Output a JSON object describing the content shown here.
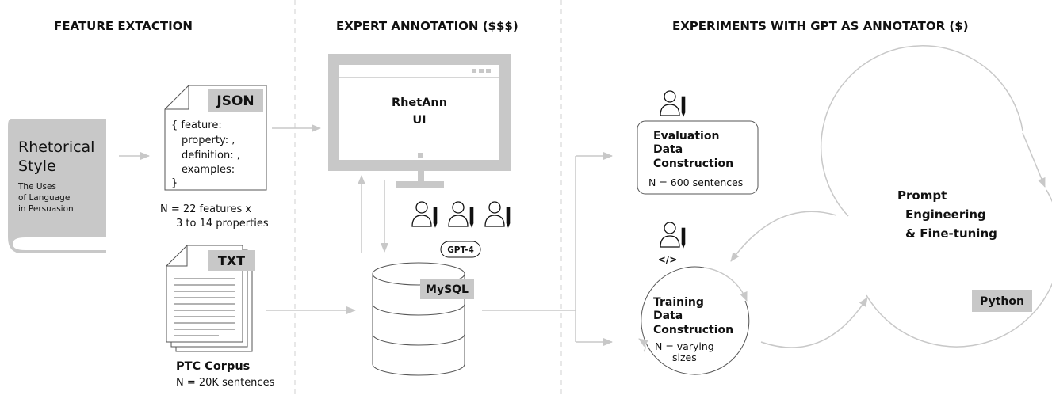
{
  "headers": {
    "feature_extraction": "FEATURE EXTACTION",
    "expert_annotation": "EXPERT ANNOTATION ($$$)",
    "experiments": "EXPERIMENTS WITH GPT AS ANNOTATOR ($)"
  },
  "book": {
    "title_line1": "Rhetorical",
    "title_line2": "Style",
    "subtitle_line1": "The Uses",
    "subtitle_line2": "of Language",
    "subtitle_line3": "in Persuasion"
  },
  "json_doc": {
    "tag": "JSON",
    "lines": [
      "{ feature:",
      "property: ,",
      "definition: ,",
      "examples:",
      "}"
    ],
    "caption_line1": "N = 22 features x",
    "caption_line2": "3 to 14 properties"
  },
  "txt_doc": {
    "tag": "TXT",
    "caption_title": "PTC Corpus",
    "caption_sub": "N = 20K sentences"
  },
  "monitor": {
    "line1": "RhetAnn",
    "line2": "UI"
  },
  "gpt_badge": "GPT-4",
  "database": {
    "label": "MySQL"
  },
  "evaluation": {
    "line1": "Evaluation",
    "line2": "Data",
    "line3": "Construction",
    "count": "N = 600 sentences"
  },
  "training": {
    "code_icon": "</>",
    "line1": "Training",
    "line2": "Data",
    "line3": "Construction",
    "count_line1": "N = varying",
    "count_line2": "sizes"
  },
  "prompt": {
    "line1": "Prompt",
    "line2": "Engineering",
    "line3": "& Fine-tuning",
    "tag": "Python"
  },
  "colors": {
    "gray_fill": "#c8c8c8",
    "line_gray": "#c8c8c8",
    "text": "#111111"
  }
}
